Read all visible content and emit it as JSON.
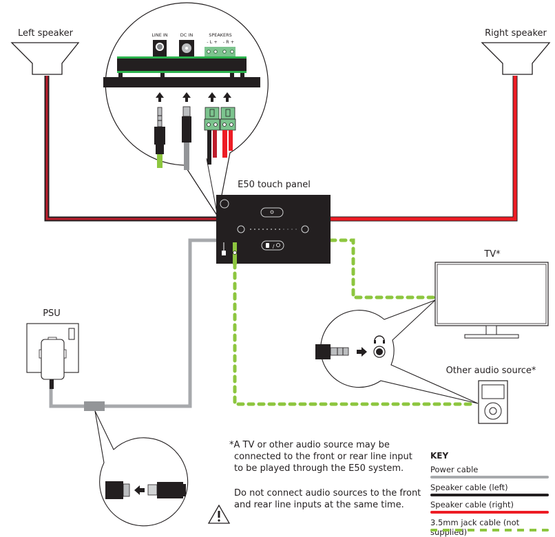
{
  "title": "E50 touch panel wiring diagram",
  "labels": {
    "left_speaker": "Left speaker",
    "right_speaker": "Right speaker",
    "touch_panel": "E50 touch panel",
    "tv": "TV*",
    "other_source": "Other audio source*",
    "psu": "PSU"
  },
  "rear_panel": {
    "line_in": "LINE IN",
    "dc_in": "DC IN",
    "speakers": "SPEAKERS",
    "speaker_left_polarity": "- L +",
    "speaker_right_polarity": "- R +"
  },
  "notes": {
    "footnote_line1": "*A TV or other audio source may be",
    "footnote_line2": "connected to the front or rear line input",
    "footnote_line3": "to be played through the E50 system.",
    "warning_line1": "Do not connect audio sources to the front",
    "warning_line2": "and rear line inputs at the same time."
  },
  "key": {
    "title": "KEY",
    "items": [
      {
        "label": "Power cable",
        "color": "#a7a9ac",
        "style": "solid"
      },
      {
        "label": "Speaker cable (left)",
        "color": "#231f20",
        "style": "solid"
      },
      {
        "label": "Speaker cable (right)",
        "color": "#ed1c24",
        "style": "solid"
      },
      {
        "label": "3.5mm jack cable (not supplied)",
        "color": "#8dc63f",
        "style": "dashed"
      }
    ]
  },
  "colors": {
    "power": "#a7a9ac",
    "speaker_left": "#231f20",
    "speaker_right": "#ed1c24",
    "jack": "#8dc63f",
    "pcb_green": "#2bb24c",
    "terminal_green": "#7cc48e",
    "panel": "#231f20"
  }
}
